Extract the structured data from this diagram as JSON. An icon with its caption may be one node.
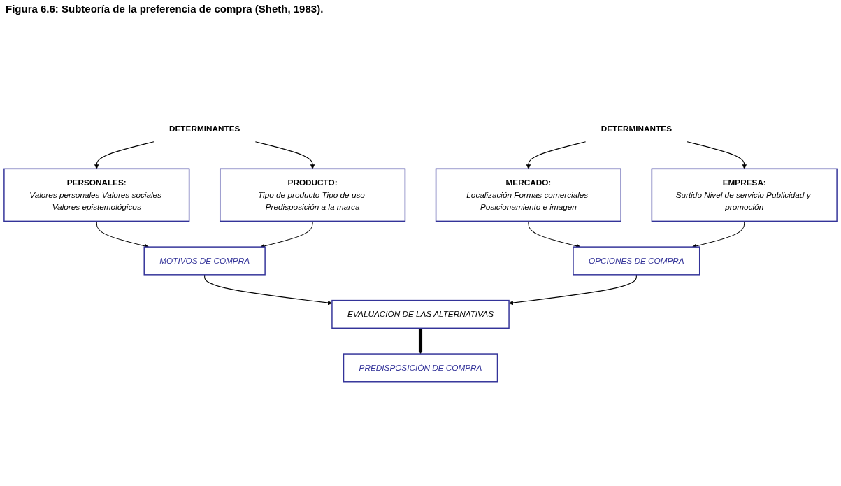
{
  "diagram": {
    "title": "Figura 6.6: Subteoría de la preferencia de compra (Sheth, 1983).",
    "nodes": [
      {
        "text": [
          "DETERMINANTES"
        ]
      },
      {
        "text": [
          "PERSONALES:",
          "Valores personales Valores sociales Valores epistemológicos"
        ]
      },
      {
        "text": [
          "PRODUCTO:",
          "Tipo de producto Tipo de uso Predisposición a la marca"
        ]
      },
      {
        "text": [
          "MOTIVOS DE COMPRA"
        ]
      },
      {
        "text": [
          "EVALUACIÓN DE LAS ALTERNATIVAS"
        ]
      },
      {
        "text": [
          "PREDISPOSICIÓN DE COMPRA"
        ]
      },
      {
        "text": [
          "OPCIONES DE COMPRA"
        ]
      },
      {
        "text": [
          "MERCADO:",
          "Localización Formas comerciales Posicionamiento e imagen"
        ]
      },
      {
        "text": [
          "EMPRESA:",
          "Surtido Nivel de servicio Publicidad y promoción"
        ]
      },
      {
        "text": [
          "DETERMINANTES"
        ]
      }
    ],
    "edges": [
      {
        "from": 0,
        "to": 1,
        "arrow": "to"
      },
      {
        "from": 0,
        "to": 2,
        "arrow": "to"
      },
      {
        "from": 1,
        "to": 3,
        "arrow": "to"
      },
      {
        "from": 2,
        "to": 3,
        "arrow": "to"
      },
      {
        "from": 3,
        "to": 4,
        "arrow": "to"
      },
      {
        "from": 6,
        "to": 4,
        "arrow": "to"
      },
      {
        "from": 4,
        "to": 5,
        "arrow": "to",
        "style": "thick"
      },
      {
        "from": 7,
        "to": 6,
        "arrow": "to"
      },
      {
        "from": 8,
        "to": 6,
        "arrow": "to"
      },
      {
        "from": 9,
        "to": 7,
        "arrow": "to"
      },
      {
        "from": 9,
        "to": 8,
        "arrow": "to"
      }
    ]
  }
}
